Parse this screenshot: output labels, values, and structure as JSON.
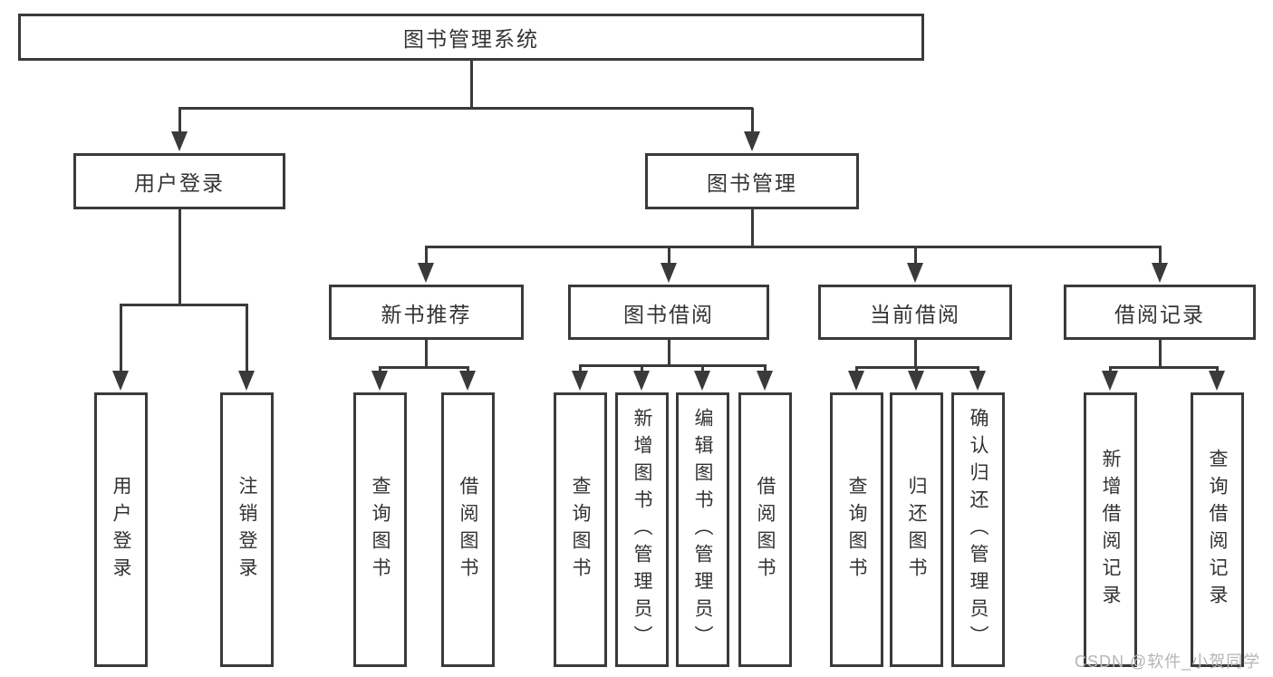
{
  "diagram": {
    "nodes": {
      "root": "图书管理系统",
      "user_login": "用户登录",
      "book_mgmt": "图书管理",
      "new_books": "新书推荐",
      "book_borrow": "图书借阅",
      "current_borrow": "当前借阅",
      "borrow_records": "借阅记录",
      "ul_user_login": "用户登录",
      "ul_logout": "注销登录",
      "nb_query_books": "查询图书",
      "nb_borrow_books": "借阅图书",
      "bb_query_books": "查询图书",
      "bb_add_books": "新增图书（管理员）",
      "bb_edit_books": "编辑图书（管理员）",
      "bb_borrow_books": "借阅图书",
      "cb_query_books": "查询图书",
      "cb_return_books": "归还图书",
      "cb_confirm_return": "确认归还（管理员）",
      "br_add_record": "新增借阅记录",
      "br_query_record": "查询借阅记录"
    },
    "colors": {
      "line": "#3a3a3a",
      "text": "#333333",
      "background": "#ffffff"
    }
  },
  "watermark": {
    "text": "CSDN @软件_小贺同学",
    "color": "#b5b5b5"
  }
}
